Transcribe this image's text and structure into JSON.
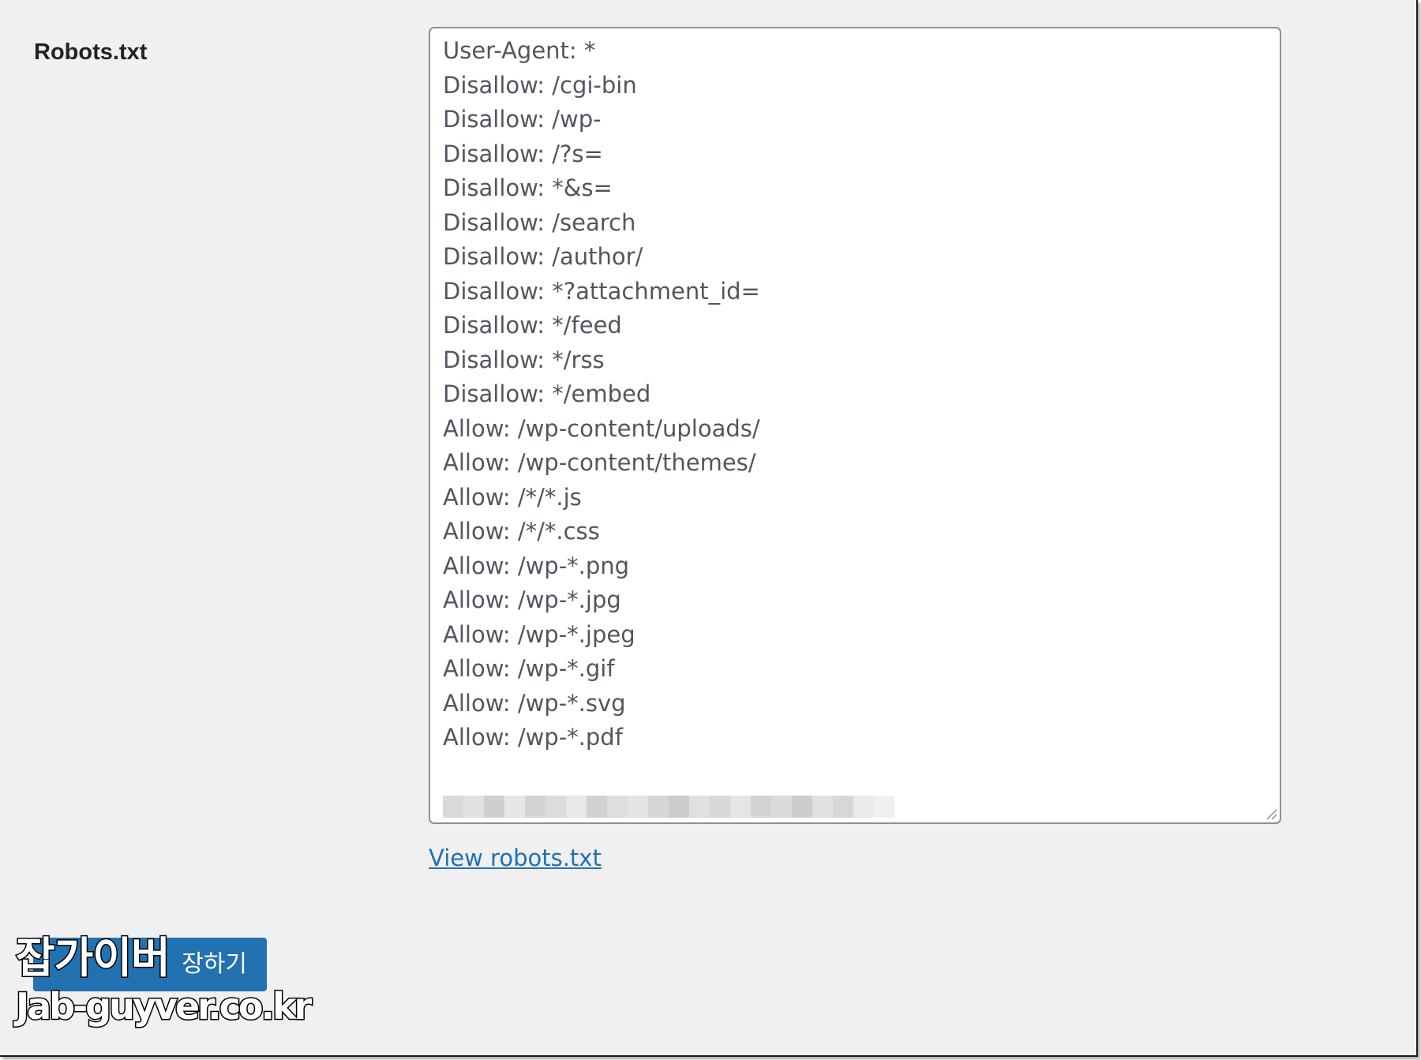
{
  "field": {
    "label": "Robots.txt"
  },
  "robots": {
    "lines": [
      "User-Agent: *",
      "Disallow: /cgi-bin",
      "Disallow: /wp-",
      "Disallow: /?s=",
      "Disallow: *&s=",
      "Disallow: /search",
      "Disallow: /author/",
      "Disallow: *?attachment_id=",
      "Disallow: */feed",
      "Disallow: */rss",
      "Disallow: */embed",
      "Allow: /wp-content/uploads/",
      "Allow: /wp-content/themes/",
      "Allow: /*/*.js",
      "Allow: /*/*.css",
      "Allow: /wp-*.png",
      "Allow: /wp-*.jpg",
      "Allow: /wp-*.jpeg",
      "Allow: /wp-*.gif",
      "Allow: /wp-*.svg",
      "Allow: /wp-*.pdf"
    ],
    "redacted_line_icon": "blurred-text"
  },
  "links": {
    "view_robots": "View robots.txt"
  },
  "actions": {
    "save_label": "장하기"
  },
  "watermark": {
    "line1": "잡가이버",
    "line2": "Jab-guyver.co.kr"
  },
  "colors": {
    "link": "#2271b1",
    "button_bg": "#2271b1",
    "page_bg": "#f0f0f1",
    "text": "#50575e"
  }
}
